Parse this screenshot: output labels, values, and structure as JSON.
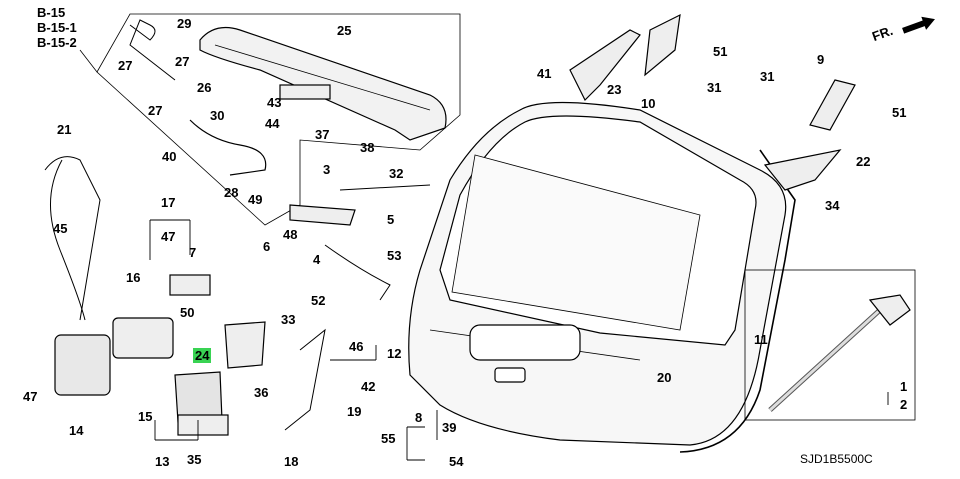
{
  "refs": [
    "B-15",
    "B-15-1",
    "B-15-2"
  ],
  "direction_label": "FR.",
  "diagram_code": "SJD1B5500C",
  "highlight_color": "#39d353",
  "callouts": [
    {
      "id": "c1",
      "label": "1"
    },
    {
      "id": "c2",
      "label": "2"
    },
    {
      "id": "c3",
      "label": "3"
    },
    {
      "id": "c4",
      "label": "4"
    },
    {
      "id": "c5",
      "label": "5"
    },
    {
      "id": "c6",
      "label": "6"
    },
    {
      "id": "c7",
      "label": "7"
    },
    {
      "id": "c8",
      "label": "8"
    },
    {
      "id": "c9",
      "label": "9"
    },
    {
      "id": "c10",
      "label": "10"
    },
    {
      "id": "c11",
      "label": "11"
    },
    {
      "id": "c12",
      "label": "12"
    },
    {
      "id": "c13",
      "label": "13"
    },
    {
      "id": "c14",
      "label": "14"
    },
    {
      "id": "c15",
      "label": "15"
    },
    {
      "id": "c16",
      "label": "16"
    },
    {
      "id": "c17",
      "label": "17"
    },
    {
      "id": "c18",
      "label": "18"
    },
    {
      "id": "c19",
      "label": "19"
    },
    {
      "id": "c20",
      "label": "20"
    },
    {
      "id": "c21",
      "label": "21"
    },
    {
      "id": "c22",
      "label": "22"
    },
    {
      "id": "c23",
      "label": "23"
    },
    {
      "id": "c24",
      "label": "24",
      "highlighted": true
    },
    {
      "id": "c25",
      "label": "25"
    },
    {
      "id": "c26",
      "label": "26"
    },
    {
      "id": "c27a",
      "label": "27"
    },
    {
      "id": "c27b",
      "label": "27"
    },
    {
      "id": "c27c",
      "label": "27"
    },
    {
      "id": "c28",
      "label": "28"
    },
    {
      "id": "c29",
      "label": "29"
    },
    {
      "id": "c30",
      "label": "30"
    },
    {
      "id": "c31a",
      "label": "31"
    },
    {
      "id": "c31b",
      "label": "31"
    },
    {
      "id": "c32",
      "label": "32"
    },
    {
      "id": "c33",
      "label": "33"
    },
    {
      "id": "c34",
      "label": "34"
    },
    {
      "id": "c35",
      "label": "35"
    },
    {
      "id": "c36",
      "label": "36"
    },
    {
      "id": "c37",
      "label": "37"
    },
    {
      "id": "c38",
      "label": "38"
    },
    {
      "id": "c39",
      "label": "39"
    },
    {
      "id": "c40",
      "label": "40"
    },
    {
      "id": "c41",
      "label": "41"
    },
    {
      "id": "c42",
      "label": "42"
    },
    {
      "id": "c43",
      "label": "43"
    },
    {
      "id": "c44",
      "label": "44"
    },
    {
      "id": "c45",
      "label": "45"
    },
    {
      "id": "c46",
      "label": "46"
    },
    {
      "id": "c47a",
      "label": "47"
    },
    {
      "id": "c47b",
      "label": "47"
    },
    {
      "id": "c48",
      "label": "48"
    },
    {
      "id": "c49",
      "label": "49"
    },
    {
      "id": "c50",
      "label": "50"
    },
    {
      "id": "c51a",
      "label": "51"
    },
    {
      "id": "c51b",
      "label": "51"
    },
    {
      "id": "c52",
      "label": "52"
    },
    {
      "id": "c53",
      "label": "53"
    },
    {
      "id": "c54",
      "label": "54"
    },
    {
      "id": "c55",
      "label": "55"
    }
  ]
}
